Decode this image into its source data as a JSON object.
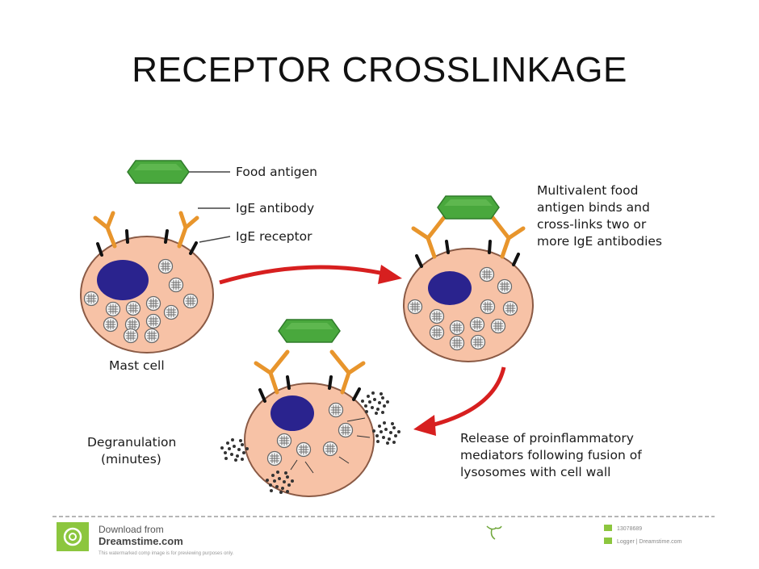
{
  "title": "RECEPTOR CROSSLINKAGE",
  "legend": {
    "food_antigen": "Food antigen",
    "ige_antibody": "IgE antibody",
    "ige_receptor": "IgE receptor"
  },
  "labels": {
    "mast_cell": "Mast cell",
    "multivalent": [
      "Multivalent food",
      "antigen binds and",
      "cross-links two or",
      "more IgE antibodies"
    ],
    "degranulation": [
      "Degranulation",
      "(minutes)"
    ],
    "release": [
      "Release of proinflammatory",
      "mediators following fusion of",
      "lysosomes with cell wall"
    ]
  },
  "watermark": {
    "download_from": "Download from",
    "site": "Dreamstime.com",
    "note": "This watermarked comp image is for previewing purposes only.",
    "id": "13078689",
    "credit": "Logger | Dreamstime.com"
  },
  "colors": {
    "cell_fill": "#f7c2a6",
    "nucleus": "#2a238e",
    "antigen": "#49a83d",
    "antibody": "#e8952c",
    "arrow": "#d71f1f"
  }
}
